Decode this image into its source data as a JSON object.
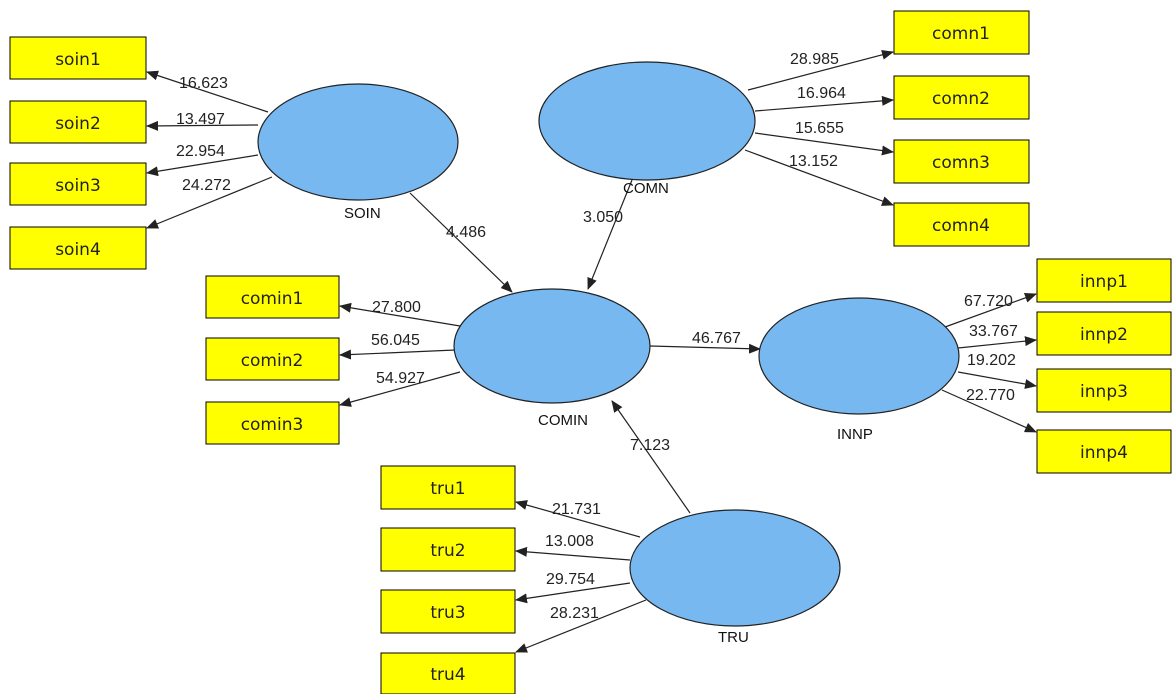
{
  "colors": {
    "indicator_fill": "#ffff00",
    "latent_fill": "#77b8f0",
    "edge": "#222222",
    "background": "#ffffff"
  },
  "latents": {
    "SOIN": "SOIN",
    "COMN": "COMN",
    "COMIN": "COMIN",
    "INNP": "INNP",
    "TRU": "TRU"
  },
  "indicators": {
    "soin1": "soin1",
    "soin2": "soin2",
    "soin3": "soin3",
    "soin4": "soin4",
    "comn1": "comn1",
    "comn2": "comn2",
    "comn3": "comn3",
    "comn4": "comn4",
    "comin1": "comin1",
    "comin2": "comin2",
    "comin3": "comin3",
    "innp1": "innp1",
    "innp2": "innp2",
    "innp3": "innp3",
    "innp4": "innp4",
    "tru1": "tru1",
    "tru2": "tru2",
    "tru3": "tru3",
    "tru4": "tru4"
  },
  "outer_loadings": {
    "soin1": "16.623",
    "soin2": "13.497",
    "soin3": "22.954",
    "soin4": "24.272",
    "comn1": "28.985",
    "comn2": "16.964",
    "comn3": "15.655",
    "comn4": "13.152",
    "comin1": "27.800",
    "comin2": "56.045",
    "comin3": "54.927",
    "innp1": "67.720",
    "innp2": "33.767",
    "innp3": "19.202",
    "innp4": "22.770",
    "tru1": "21.731",
    "tru2": "13.008",
    "tru3": "29.754",
    "tru4": "28.231"
  },
  "paths": {
    "SOIN_COMIN": "4.486",
    "COMN_COMIN": "3.050",
    "COMIN_INNP": "46.767",
    "TRU_COMIN": "7.123"
  }
}
